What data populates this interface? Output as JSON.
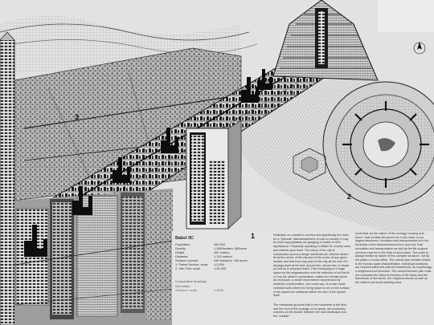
{
  "caption": {
    "title": "Babel IIC",
    "specs": [
      {
        "label": "Population",
        "value": "550,000"
      },
      {
        "label": "Density",
        "value": "1,396/hectare; 565/acre"
      },
      {
        "label": "Height",
        "value": "400 meters"
      },
      {
        "label": "Diameter",
        "value": "1,763 meters"
      },
      {
        "label": "Surface covered",
        "value": "246 hectares; 185 acres"
      },
      {
        "label": "1. Partial Section: scale",
        "value": "1:2,000"
      },
      {
        "label": "2. Site Plan: scale",
        "value": "1:30,000"
      }
    ],
    "sub_title": "Comparative drawings",
    "sub_items": [
      {
        "label": "Manhattan",
        "value": ""
      },
      {
        "label": "Structure: scale",
        "value": "1:3000"
      }
    ]
  },
  "figure_labels": {
    "section": "1",
    "site_plan": "2",
    "perspective": "3"
  },
  "body_text": {
    "column_1": "Reflection on oneself is not thus and specifically the need for a \"pictorial\" disembowelment of man or society. It may be more appropriately the gauging of scales in their significance. Physically speaking, in Babel IIC society sees and reflects upon itself. The whole of the city is constructed around a single sacrificial act: that the citizen be at the center of the city and of the world, at any given instant, and that from any point of the city all the rest of it displays itself at his feet; around him, above him, in visual as well as in physical reach. This enveloping of a huge space by the megastructure and the reflection of all that is in it as the citizen's possession, makes the infrastructure an enclosure, a whole never before experienced by mankind, a premonition, one could say, of a man-made celestial world where the living space is not on the surface of the planet but contained within the skin of the sphere itself.",
    "column_2": "The residential grounds built in the thickness of the floor and the roof of this ecology, so to speak, are producing columns on the border between the vast landscape and the \"outside\"",
    "column_3": "world that, by the nature of the ecology, housing and forum. Vast vertical structures are in the order of our largest structures; circulation and transportation is in the thickness of the aforementioned floor and roof. Rail, circulation and transportation as well as the life-support services must be in the thick of such plans. The scale is always limited by nature of the complex structure, not by the pattern of such cities. The overall plan remains linked to the human-scale characteristics. Individual variations are required within the planned framework, its morphology, a neighbourhood structure. The comprehensive plan must not contradict the citizen's freedom of life ideas and the framework of the whole, the neighbourhoods as well as the citizen's personal dwelling area."
  },
  "colors": {
    "paper": "#e2e2e2",
    "ink": "#1a1a1a"
  },
  "icons": {
    "compass": "north-arrow-icon"
  }
}
